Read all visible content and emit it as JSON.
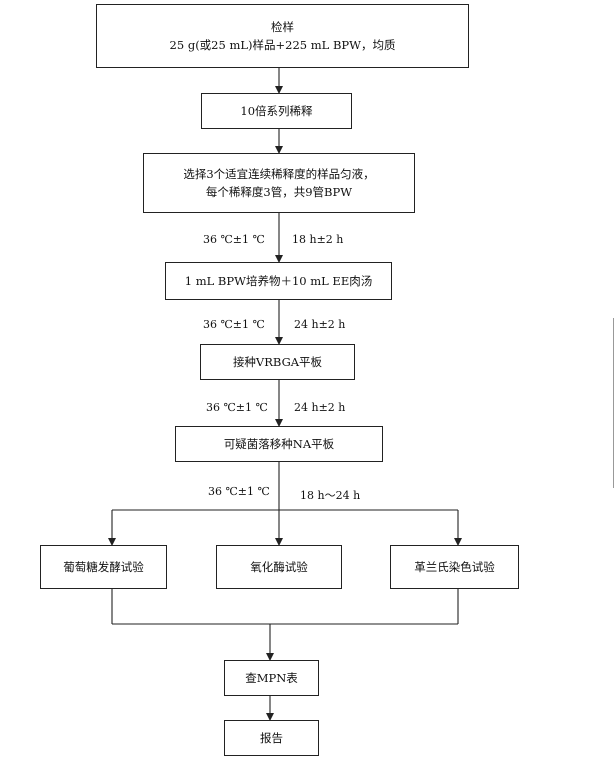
{
  "nodes": {
    "sample": {
      "title": "检样",
      "detail": "25 g(或25 mL)样品+225 mL BPW，均质"
    },
    "dilution": {
      "label": "10倍系列稀释"
    },
    "select": {
      "line1": "选择3个适宜连续稀释度的样品匀液，",
      "line2": "每个稀释度3管，共9管BPW"
    },
    "enrich": {
      "label": "1 mL BPW培养物＋10 mL EE肉汤"
    },
    "vrbga": {
      "label": "接种VRBGA平板"
    },
    "na": {
      "label": "可疑菌落移种NA平板"
    },
    "glucose": {
      "label": "葡萄糖发酵试验"
    },
    "oxidase": {
      "label": "氧化酶试验"
    },
    "gram": {
      "label": "革兰氏染色试验"
    },
    "mpn": {
      "label": "查MPN表"
    },
    "report": {
      "label": "报告"
    }
  },
  "conditions": {
    "c1": {
      "temp": "36 ℃±1 ℃",
      "time": "18 h±2 h"
    },
    "c2": {
      "temp": "36 ℃±1 ℃",
      "time": "24 h±2 h"
    },
    "c3": {
      "temp": "36 ℃±1 ℃",
      "time": "24 h±2 h"
    },
    "c4": {
      "temp": "36 ℃±1 ℃",
      "time": "18 h～24 h"
    }
  }
}
